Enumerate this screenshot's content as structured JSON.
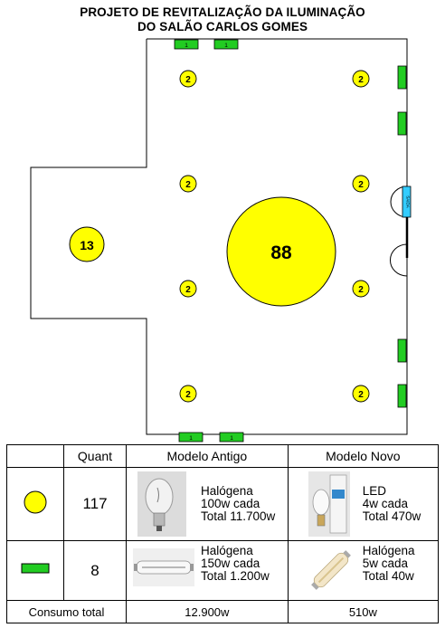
{
  "title": {
    "line1": "PROJETO DE REVITALIZAÇÃO DA ILUMINAÇÃO",
    "line2": "DO SALÃO CARLOS GOMES"
  },
  "plan": {
    "fixture_small_label": "2",
    "fixture_left_label": "13",
    "fixture_center_label": "88",
    "strip_label": "1",
    "door_label": "SAIDA",
    "colors": {
      "fixture_yellow": "#ffff00",
      "strip_green": "#22cc22",
      "door_cyan": "#33ccff"
    }
  },
  "table": {
    "headers": {
      "quant": "Quant",
      "old": "Modelo Antigo",
      "new": "Modelo Novo"
    },
    "rows": [
      {
        "symbol": "yellow-circle",
        "quantity": "117",
        "old": [
          "Halógena",
          "100w cada",
          "Total 11.700w"
        ],
        "new": [
          "LED",
          "4w cada",
          "Total 470w"
        ]
      },
      {
        "symbol": "green-rectangle",
        "quantity": "8",
        "old": [
          "Halógena",
          "150w cada",
          "Total 1.200w"
        ],
        "new": [
          "Halógena",
          "5w cada",
          "Total 40w"
        ]
      }
    ],
    "footer": {
      "label": "Consumo total",
      "old_total": "12.900w",
      "new_total": "510w"
    }
  }
}
